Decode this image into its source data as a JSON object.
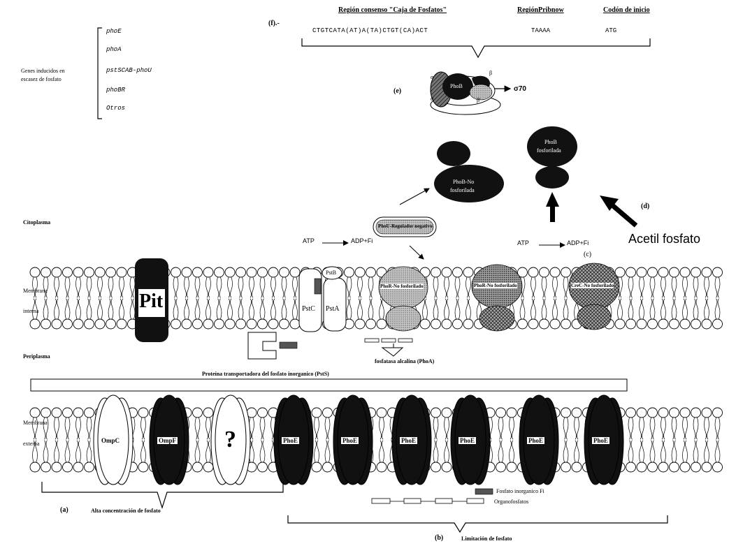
{
  "genes": {
    "label": [
      "Genes inducidos en",
      "escasez de fosfato"
    ],
    "items": [
      "phoE",
      "phoA",
      "pstSCAB-phoU",
      "phoBR",
      "Otros"
    ]
  },
  "promoter": {
    "f_label": "(f).-",
    "headers": [
      "Región consenso \"Caja de Fosfatos\"",
      "RegiónPribnow",
      "Codón de inicio"
    ],
    "sequence": "CTGTCATA(AT)A(TA)CTGT(CA)ACT",
    "pribnow": "TAAAA",
    "start": "ATG"
  },
  "polymerase": {
    "e_label": "(e)",
    "alpha": "α",
    "beta": "β",
    "beta_prime": "β'",
    "phob": "PhoB",
    "sigma": "σ70"
  },
  "cytoplasm": {
    "phob_unphos": [
      "PhoB-No",
      "fosforilada"
    ],
    "phob_phos": [
      "PhoB",
      "fosforilada"
    ],
    "d_label": "(d)",
    "acetyl": "Acetil fosfato",
    "c_label": "(c)",
    "phou": "PhoU-Regulador negativo",
    "atp1": "ATP",
    "adp1": "ADP+Fi",
    "atp2": "ATP",
    "adp2": "ADP+Fi"
  },
  "regions": {
    "cytoplasm": "Citoplasma",
    "inner": [
      "Membrana",
      "interna"
    ],
    "periplasm": "Periplasma",
    "outer": [
      "Membrana",
      "externa"
    ]
  },
  "inner_membrane": {
    "pit": "Pit",
    "pstb": "PstB",
    "pstc": "PstC",
    "psta": "PstA",
    "phor1": "PhoR-No fosforilado",
    "phor2": "PhoR-No fosforilado",
    "crec": "CreC-No fosforilado"
  },
  "periplasm": {
    "phoa": "fosfatasa alcalina (PhoA)",
    "psts": "Proteína transportadora del fosfato inorganico (PstS)"
  },
  "outer_membrane": {
    "porins": [
      "OmpC",
      "OmpF",
      "?",
      "PhoE",
      "PhoE",
      "PhoE",
      "PhoE",
      "PhoE",
      "PhoE"
    ]
  },
  "legend": {
    "pi": "Fosfato inorganico Fi",
    "organo": "Organofosfatos"
  },
  "bottom": {
    "a_label": "(a)",
    "a_text": "Alta concentración de fosfato",
    "b_label": "(b)",
    "b_text": "Limitación de fosfato"
  },
  "colors": {
    "dark": "#111111",
    "light": "#ffffff",
    "hatch": "#888888"
  }
}
